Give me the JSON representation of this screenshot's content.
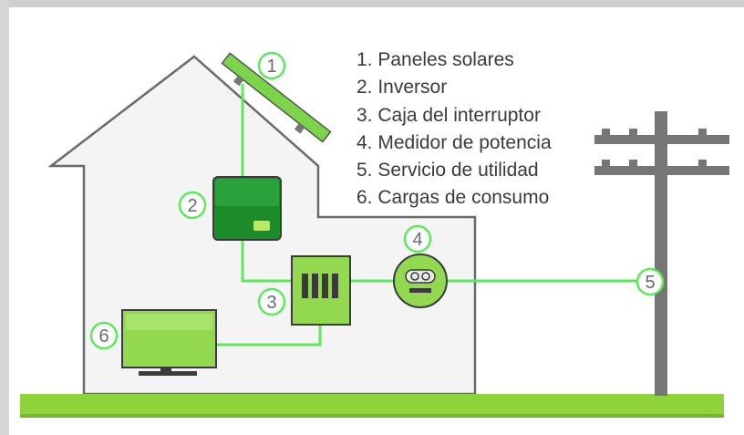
{
  "legend": {
    "items": [
      "1. Paneles solares",
      "2. Inversor",
      "3. Caja del interruptor",
      "4. Medidor de potencia",
      "5. Servicio de utilidad",
      "6. Cargas de consumo"
    ]
  },
  "callouts": {
    "panels": "1",
    "inverter": "2",
    "breaker": "3",
    "meter": "4",
    "utility": "5",
    "loads": "6"
  },
  "colors": {
    "wire": "#5fe85b",
    "ground": "#8fd33a",
    "house_fill": "#f4f4f4",
    "house_stroke": "#6a6a6a",
    "pole": "#767676",
    "panel": "#7cd44a",
    "inverter": "#1c8c2a",
    "device": "#92d94f"
  }
}
